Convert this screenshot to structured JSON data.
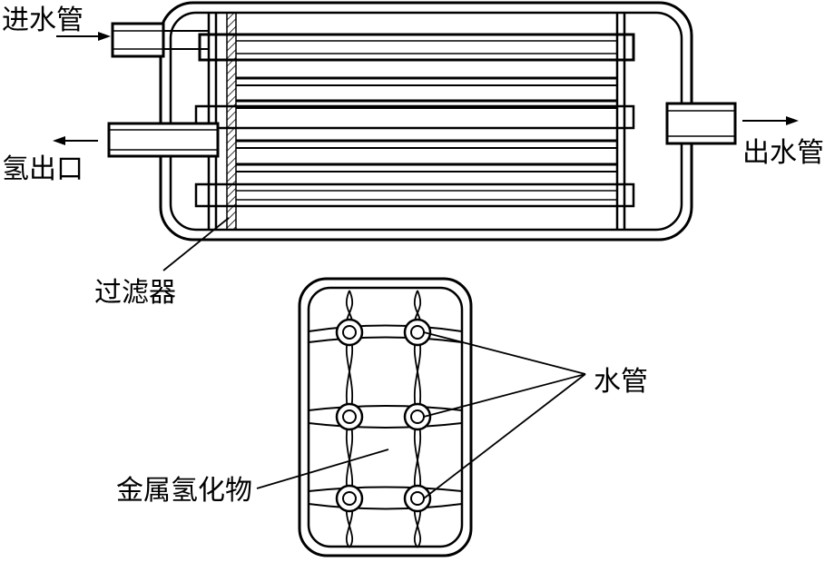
{
  "labels": {
    "water_inlet": "进水管",
    "hydrogen_outlet": "氢出口",
    "water_outlet": "出水管",
    "filter": "过滤器",
    "water_pipe": "水管",
    "metal_hydride": "金属氢化物"
  },
  "colors": {
    "ink": "#000000",
    "paper": "#ffffff"
  }
}
